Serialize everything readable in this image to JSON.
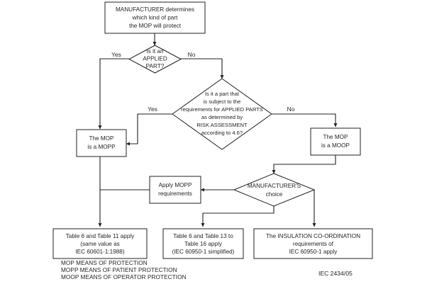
{
  "diagram": {
    "type": "flowchart",
    "caption": "IEC  2434/05",
    "nodes": {
      "start": {
        "shape": "box",
        "lines": [
          "MANUFACTURER determines",
          "which kind of part",
          "the MOP will protect"
        ]
      },
      "decision_applied_part": {
        "shape": "diamond",
        "lines": [
          "Is it an",
          "APPLIED",
          "PART?"
        ]
      },
      "decision_risk_assessment": {
        "shape": "diamond",
        "lines": [
          "Is it a part that",
          "is subject to the",
          "requirements for APPLIED PARTS",
          "as determined by",
          "RISK ASSESSMENT",
          "according to 4.6?"
        ]
      },
      "mopp": {
        "shape": "box",
        "lines": [
          "The MOP",
          "is a MOPP"
        ]
      },
      "moop": {
        "shape": "box",
        "lines": [
          "The MOP",
          "is a MOOP"
        ]
      },
      "apply_mopp": {
        "shape": "box",
        "lines": [
          "Apply MOPP",
          "requirements"
        ]
      },
      "decision_manufacturer_choice": {
        "shape": "diamond",
        "lines": [
          "MANUFACTURER'S",
          "choice"
        ]
      },
      "result_mopp_tables": {
        "shape": "box",
        "lines": [
          "Table 6 and Table 11 apply",
          "(same value as",
          "IEC 60601-1:1988)"
        ]
      },
      "result_moop_tables": {
        "shape": "box",
        "lines": [
          "Table 6 and Table 13 to",
          "Table 16 apply",
          "(IEC 60950-1 simplified)"
        ]
      },
      "result_insulation": {
        "shape": "box",
        "lines": [
          "The  INSULATION CO-ORDINATION",
          "requirements of",
          "IEC 60950-1 apply"
        ]
      }
    },
    "edge_labels": {
      "applied_yes": "Yes",
      "applied_no": "No",
      "risk_yes": "Yes",
      "risk_no": "No"
    },
    "legend": [
      "MOP MEANS OF PROTECTION",
      "MOPP MEANS OF PATIENT PROTECTION",
      "MOOP MEANS OF OPERATOR PROTECTION"
    ]
  },
  "colors": {
    "ink": "#231f20",
    "paper": "#ffffff"
  }
}
